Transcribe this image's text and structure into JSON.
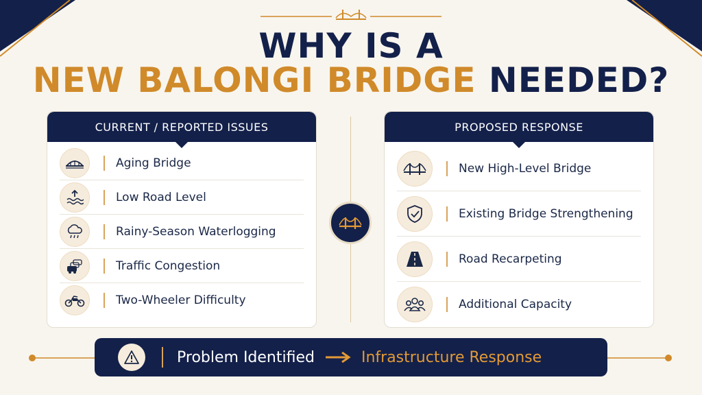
{
  "title": {
    "line1": "WHY IS A",
    "line2_highlight": "NEW BALONGI BRIDGE",
    "line2_rest": "NEEDED?"
  },
  "issues_panel": {
    "header": "CURRENT / REPORTED ISSUES",
    "items": [
      {
        "label": "Aging Bridge",
        "icon": "bridge-icon"
      },
      {
        "label": "Low Road Level",
        "icon": "water-level-icon"
      },
      {
        "label": "Rainy-Season Waterlogging",
        "icon": "rain-cloud-icon"
      },
      {
        "label": "Traffic Congestion",
        "icon": "cars-icon"
      },
      {
        "label": "Two-Wheeler Difficulty",
        "icon": "motorcycle-icon"
      }
    ]
  },
  "response_panel": {
    "header": "PROPOSED RESPONSE",
    "items": [
      {
        "label": "New High-Level Bridge",
        "icon": "suspension-bridge-icon"
      },
      {
        "label": "Existing Bridge Strengthening",
        "icon": "shield-check-icon"
      },
      {
        "label": "Road Recarpeting",
        "icon": "road-icon"
      },
      {
        "label": "Additional Capacity",
        "icon": "people-group-icon"
      }
    ]
  },
  "banner": {
    "problem": "Problem Identified",
    "response": "Infrastructure Response"
  },
  "colors": {
    "navy": "#13204a",
    "gold": "#d08a2a",
    "background": "#f8f5ee"
  }
}
